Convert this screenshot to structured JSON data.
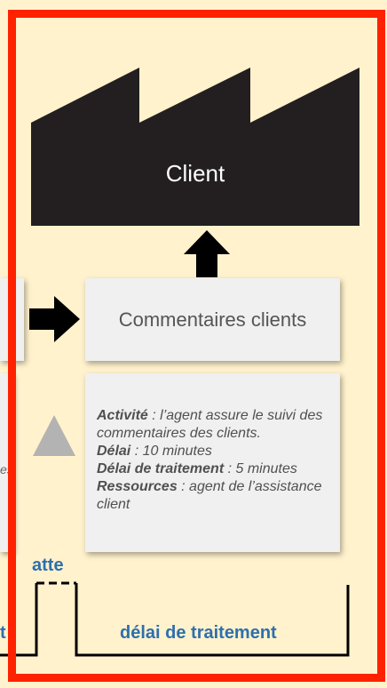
{
  "factory": {
    "label": "Client",
    "color": "#231f20"
  },
  "comment_box": {
    "label": "Commentaires clients"
  },
  "activity_box": {
    "activity_title": "Activité",
    "activity_text": " : l’agent assure le suivi des commentaires des clients.",
    "delay_title": "Délai",
    "delay_text": " : 10 minutes",
    "processing_title": "Délai de traitement",
    "processing_text": " : 5 minutes",
    "resources_title": "Ressources",
    "resources_text": " : agent de l’assistance client"
  },
  "left_partial_text": "es",
  "timeline": {
    "wait_label": "atte",
    "processing_label": "délai de traitement",
    "left_partial_label": "t"
  },
  "colors": {
    "frame": "#ff2200",
    "background": "#fff2cd",
    "accent_text": "#2e6fad",
    "triangle": "#b3b3b3"
  }
}
